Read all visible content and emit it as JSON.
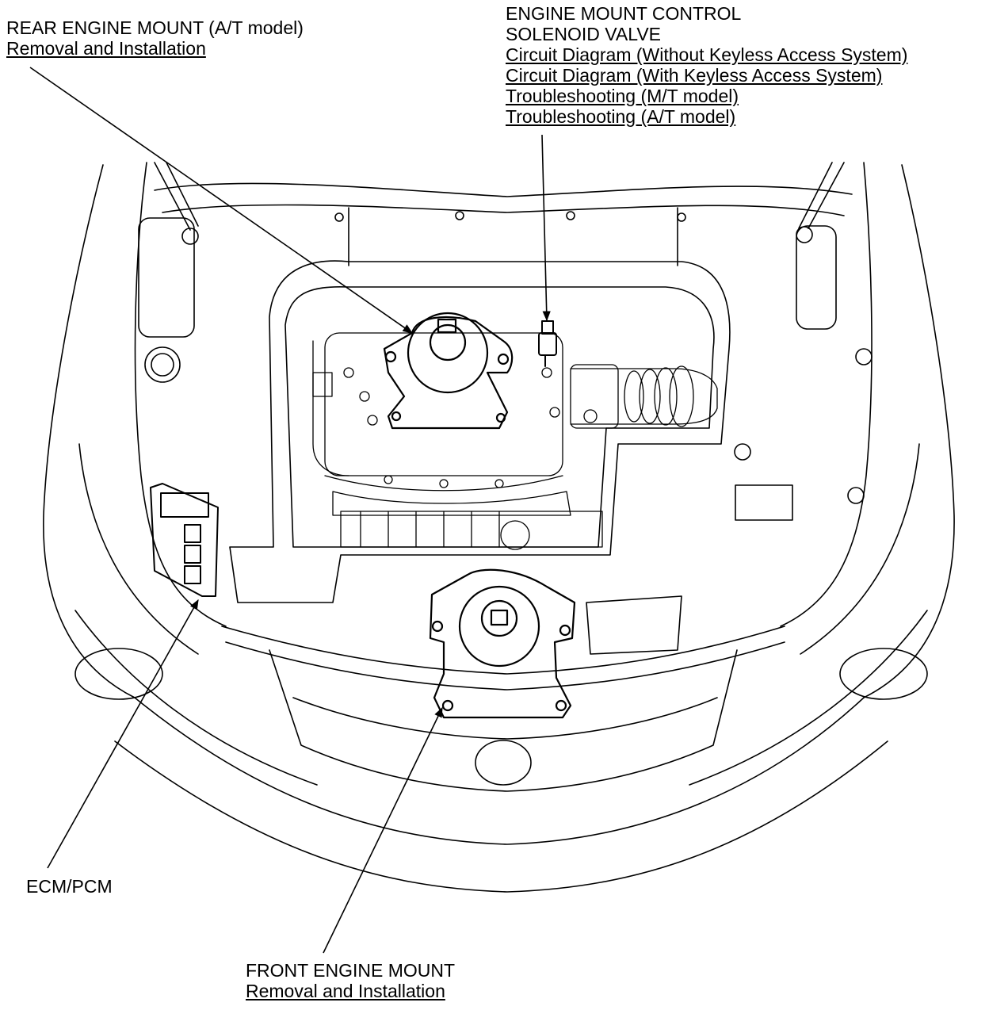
{
  "callouts": {
    "rear_mount": {
      "title": "REAR ENGINE MOUNT (A/T model)",
      "links": [
        "Removal and Installation"
      ]
    },
    "solenoid": {
      "title_line1": "ENGINE MOUNT CONTROL",
      "title_line2": "SOLENOID VALVE",
      "links": [
        "Circuit Diagram (Without Keyless Access System)",
        "Circuit Diagram (With Keyless Access System)",
        "Troubleshooting (M/T model)",
        "Troubleshooting (A/T model)"
      ]
    },
    "ecm": {
      "title": "ECM/PCM"
    },
    "front_mount": {
      "title": "FRONT ENGINE MOUNT",
      "links": [
        "Removal and Installation"
      ]
    }
  }
}
